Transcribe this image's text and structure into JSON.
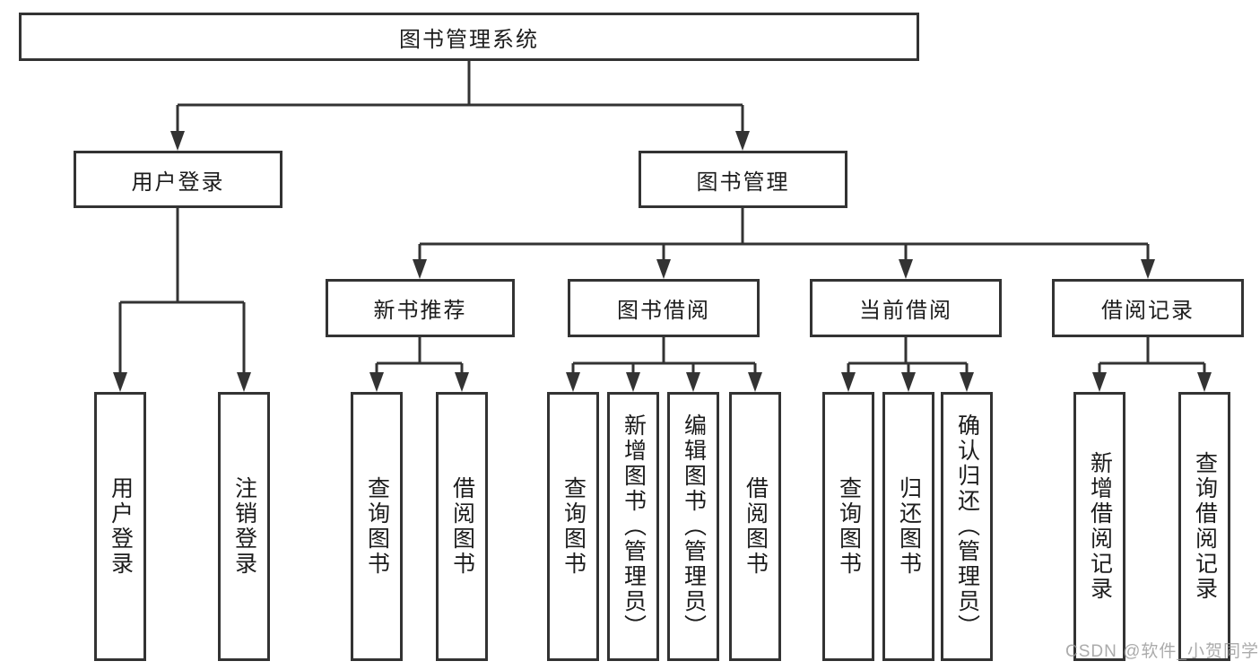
{
  "colors": {
    "line": "#333333",
    "box_border": "#333333",
    "text": "#1c1c1c",
    "background": "#ffffff",
    "watermark": "#989898"
  },
  "watermark": {
    "text": "CSDN @软件_小贺同学"
  },
  "tree": {
    "root": {
      "label": "图书管理系统"
    },
    "branches": [
      {
        "label": "用户登录",
        "children": [
          {
            "label": "用户登录"
          },
          {
            "label": "注销登录"
          }
        ]
      },
      {
        "label": "图书管理",
        "children": [
          {
            "label": "新书推荐",
            "children": [
              {
                "label": "查询图书"
              },
              {
                "label": "借阅图书"
              }
            ]
          },
          {
            "label": "图书借阅",
            "children": [
              {
                "label": "查询图书"
              },
              {
                "label": "新增图书（管理员）"
              },
              {
                "label": "编辑图书（管理员）"
              },
              {
                "label": "借阅图书"
              }
            ]
          },
          {
            "label": "当前借阅",
            "children": [
              {
                "label": "查询图书"
              },
              {
                "label": "归还图书"
              },
              {
                "label": "确认归还（管理员）"
              }
            ]
          },
          {
            "label": "借阅记录",
            "children": [
              {
                "label": "新增借阅记录"
              },
              {
                "label": "查询借阅记录"
              }
            ]
          }
        ]
      }
    ]
  }
}
